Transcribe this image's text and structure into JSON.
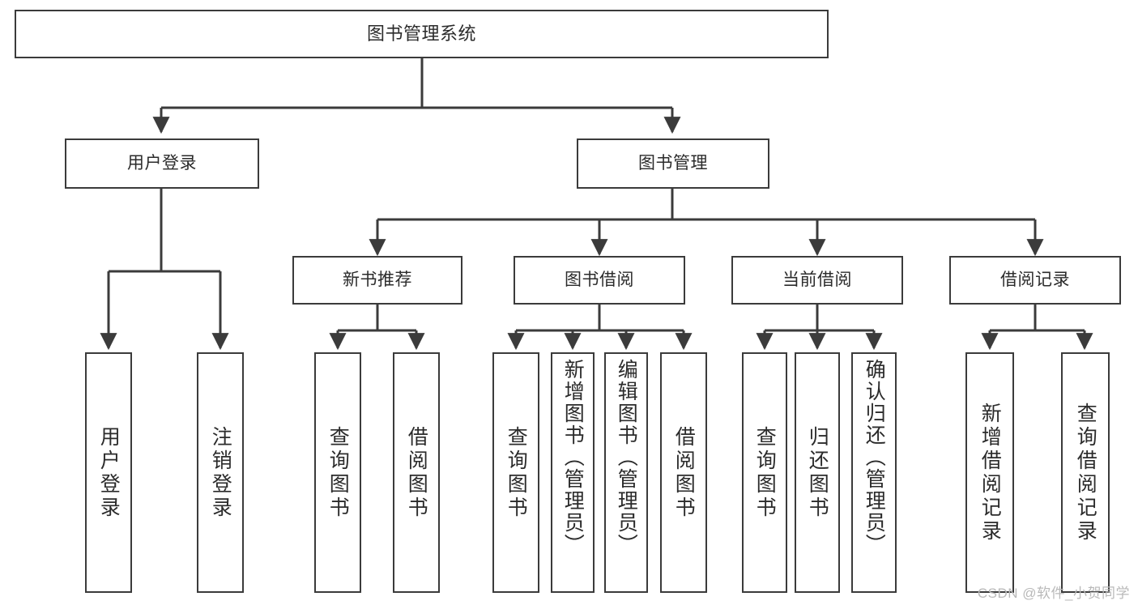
{
  "diagram": {
    "title": "图书管理系统",
    "type": "tree-hierarchy-diagram",
    "watermark": "CSDN @软件_小贺同学",
    "colors": {
      "stroke": "#3b3b3b",
      "fill": "#ffffff",
      "text": "#2b2b2b",
      "watermark": "#b9b9b9"
    },
    "nodes": {
      "root": {
        "label": "图书管理系统"
      },
      "level2": [
        {
          "id": "user-login",
          "label": "用户登录"
        },
        {
          "id": "book-manage",
          "label": "图书管理"
        }
      ],
      "level3": [
        {
          "id": "new-book-recommend",
          "label": "新书推荐"
        },
        {
          "id": "book-borrow",
          "label": "图书借阅"
        },
        {
          "id": "current-borrow",
          "label": "当前借阅"
        },
        {
          "id": "borrow-record",
          "label": "借阅记录"
        }
      ],
      "leaves": [
        {
          "id": "leaf-user-login",
          "label": "用户登录",
          "parent": "user-login"
        },
        {
          "id": "leaf-logout-login",
          "label": "注销登录",
          "parent": "user-login"
        },
        {
          "id": "leaf-query-book-1",
          "label": "查询图书",
          "parent": "new-book-recommend"
        },
        {
          "id": "leaf-borrow-book-1",
          "label": "借阅图书",
          "parent": "new-book-recommend"
        },
        {
          "id": "leaf-query-book-2",
          "label": "查询图书",
          "parent": "book-borrow"
        },
        {
          "id": "leaf-add-book",
          "label": "新增图书（管理员）",
          "parent": "book-borrow"
        },
        {
          "id": "leaf-edit-book",
          "label": "编辑图书（管理员）",
          "parent": "book-borrow"
        },
        {
          "id": "leaf-borrow-book-2",
          "label": "借阅图书",
          "parent": "book-borrow"
        },
        {
          "id": "leaf-query-book-3",
          "label": "查询图书",
          "parent": "current-borrow"
        },
        {
          "id": "leaf-return-book",
          "label": "归还图书",
          "parent": "current-borrow"
        },
        {
          "id": "leaf-confirm-return",
          "label": "确认归还（管理员）",
          "parent": "current-borrow"
        },
        {
          "id": "leaf-add-record",
          "label": "新增借阅记录",
          "parent": "borrow-record"
        },
        {
          "id": "leaf-query-record",
          "label": "查询借阅记录",
          "parent": "borrow-record"
        }
      ]
    }
  }
}
